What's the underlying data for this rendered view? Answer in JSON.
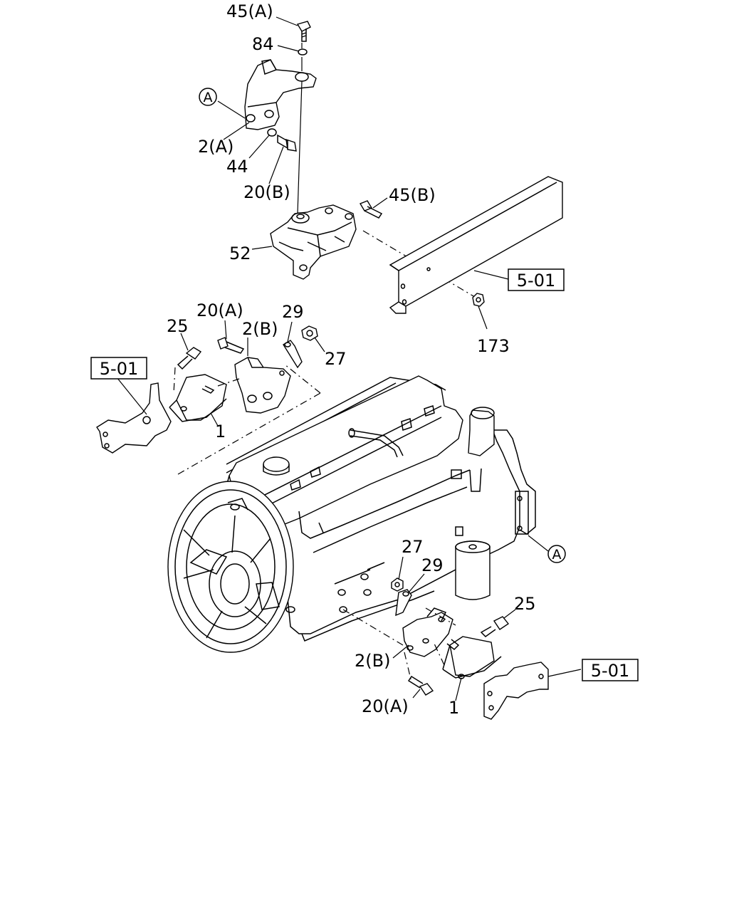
{
  "callouts": {
    "c_45a": "45(A)",
    "c_84": "84",
    "c_circ_a_top": "A",
    "c_2a": "2(A)",
    "c_44": "44",
    "c_20b": "20(B)",
    "c_45b": "45(B)",
    "c_52": "52",
    "c_ref_frame": "5-01",
    "c_173": "173",
    "c_20a_top": "20(A)",
    "c_29_top": "29",
    "c_25_top": "25",
    "c_2b_top": "2(B)",
    "c_27_top": "27",
    "c_ref_left": "5-01",
    "c_1_top": "1",
    "c_circ_a_right": "A",
    "c_27_bot": "27",
    "c_29_bot": "29",
    "c_25_bot": "25",
    "c_2b_bot": "2(B)",
    "c_ref_right": "5-01",
    "c_20a_bot": "20(A)",
    "c_1_bot": "1"
  }
}
